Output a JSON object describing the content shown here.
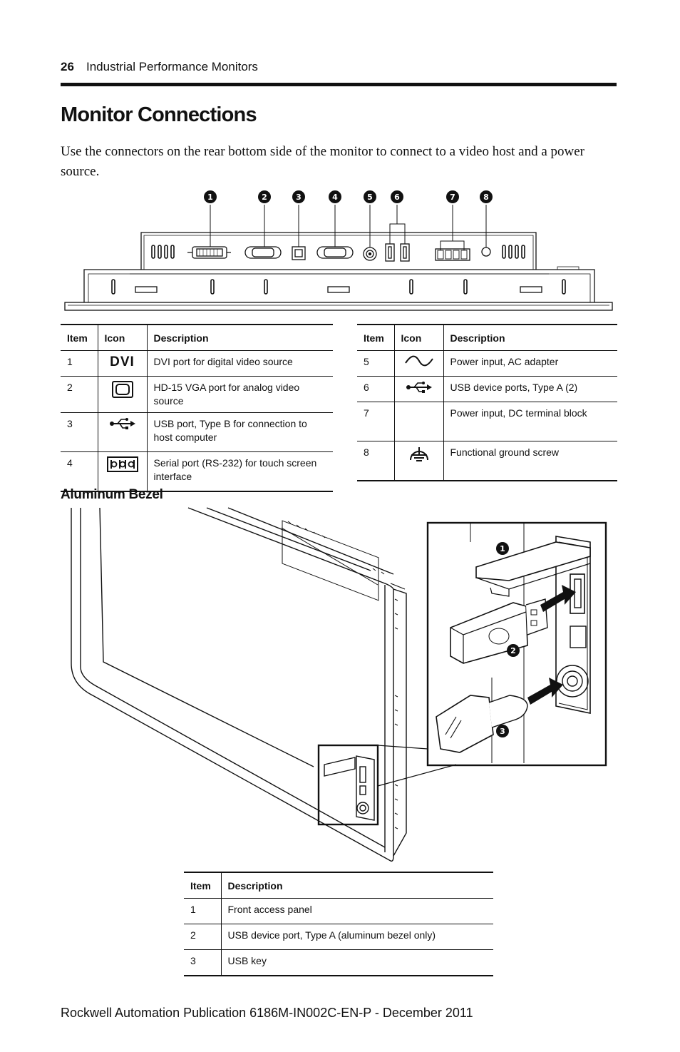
{
  "header": {
    "page_number": "26",
    "running_title": "Industrial Performance Monitors"
  },
  "title": "Monitor Connections",
  "intro": "Use the connectors on the rear bottom side of the monitor to connect to a video host and a power source.",
  "rear_callouts": [
    "1",
    "2",
    "3",
    "4",
    "5",
    "6",
    "7",
    "8"
  ],
  "table_headers": {
    "item": "Item",
    "icon": "Icon",
    "description": "Description"
  },
  "connections_left": [
    {
      "item": "1",
      "icon": "dvi-icon",
      "icon_text": "DVI",
      "description": "DVI port for digital video source"
    },
    {
      "item": "2",
      "icon": "vga-icon",
      "description": "HD-15 VGA port for analog video source"
    },
    {
      "item": "3",
      "icon": "usb-icon",
      "description": "USB port, Type B for connection to host computer"
    },
    {
      "item": "4",
      "icon": "serial-icon",
      "description": "Serial port (RS-232) for touch screen interface"
    }
  ],
  "connections_right": [
    {
      "item": "5",
      "icon": "ac-wave-icon",
      "description": "Power input, AC adapter"
    },
    {
      "item": "6",
      "icon": "usb-icon",
      "description": "USB device ports, Type A (2)"
    },
    {
      "item": "7",
      "icon": "",
      "description": "Power input, DC terminal block"
    },
    {
      "item": "8",
      "icon": "ground-icon",
      "description": "Functional ground screw"
    }
  ],
  "bezel_heading": "Aluminum Bezel",
  "bezel_callouts": [
    "1",
    "2",
    "3"
  ],
  "bezel_table": {
    "headers": {
      "item": "Item",
      "description": "Description"
    },
    "rows": [
      {
        "item": "1",
        "description": "Front access panel"
      },
      {
        "item": "2",
        "description": "USB device port, Type A (aluminum bezel only)"
      },
      {
        "item": "3",
        "description": "USB key"
      }
    ]
  },
  "footer": "Rockwell Automation Publication 6186M-IN002C-EN-P - December 2011"
}
